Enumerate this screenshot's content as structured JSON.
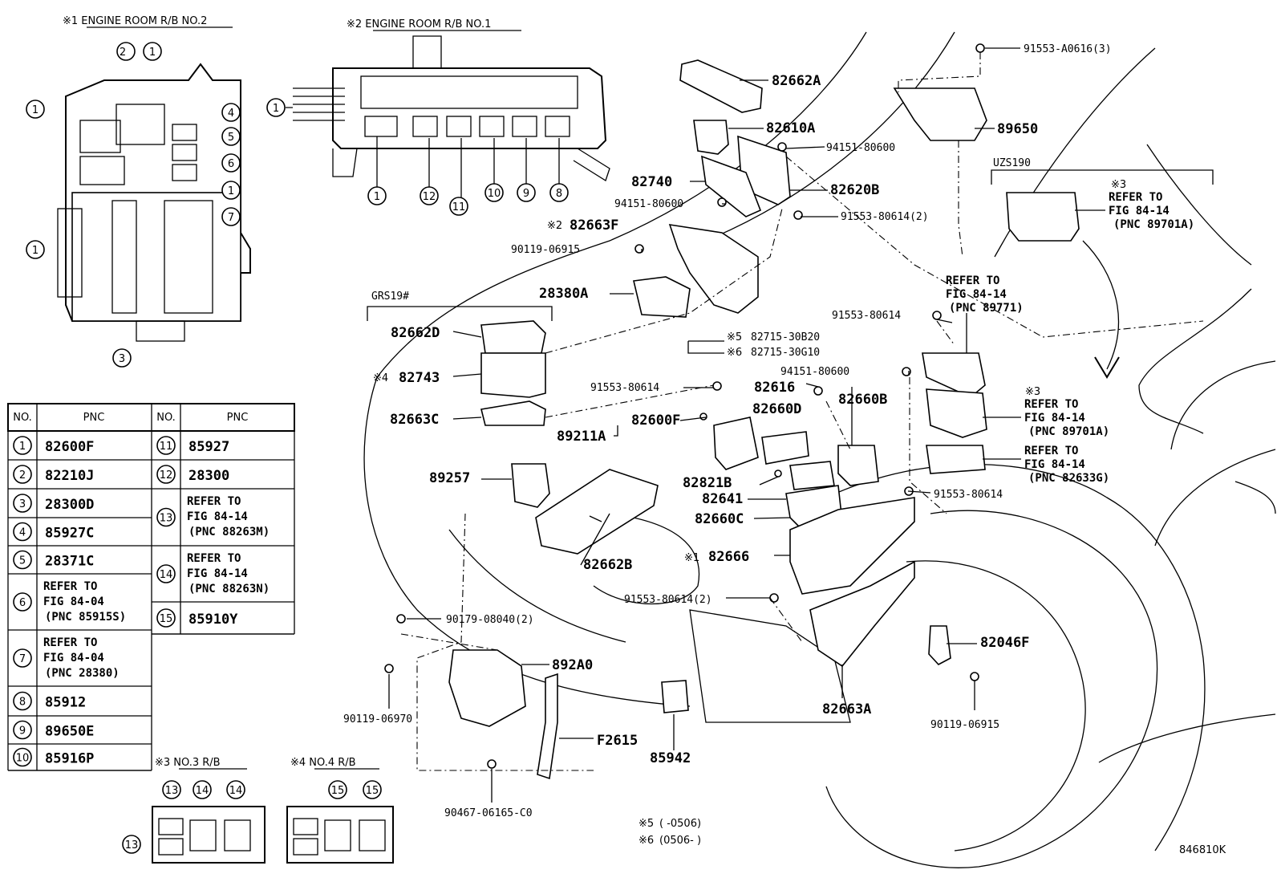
{
  "insets": {
    "rb2_title": "※1  ENGINE ROOM R/B NO.2",
    "rb1_title": "※2  ENGINE ROOM R/B NO.1",
    "rb3_title": "※3  NO.3 R/B",
    "rb4_title": "※4  NO.4 R/B"
  },
  "variants": {
    "grs": "GRS19#",
    "uzs": "UZS190"
  },
  "parts": {
    "p82662A": "82662A",
    "p82610A": "82610A",
    "p94151_80600a": "94151-80600",
    "p82740": "82740",
    "p82620B": "82620B",
    "p94151_80600b": "94151-80600",
    "p82663F": "82663F",
    "p82663F_mark": "※2",
    "p91553_80614_2a": "91553-80614(2)",
    "p90119_06915a": "90119-06915",
    "p28380A": "28380A",
    "p91553_A0616": "91553-A0616(3)",
    "p89650": "89650",
    "p82662D": "82662D",
    "p82743": "82743",
    "p82743_mark": "※4",
    "p82663C": "82663C",
    "p82715_30B20": "82715-30B20",
    "p82715_30B20_mark": "※5",
    "p82715_30G10": "82715-30G10",
    "p82715_30G10_mark": "※6",
    "p91553_80614a": "91553-80614",
    "p82616": "82616",
    "p91553_80614b": "91553-80614",
    "p94151_80600c": "94151-80600",
    "p82660D": "82660D",
    "p82660B": "82660B",
    "p89211A": "89211A",
    "p82600F": "82600F",
    "p89257": "89257",
    "p82821B": "82821B",
    "p82641": "82641",
    "p91553_80614c": "91553-80614",
    "p82660C": "82660C",
    "p82662B": "82662B",
    "p82666": "82666",
    "p82666_mark": "※1",
    "p91553_80614_2b": "91553-80614(2)",
    "p90179_08040": "90179-08040(2)",
    "p892A0": "892A0",
    "p82046F": "82046F",
    "p90119_06970": "90119-06970",
    "p82663A": "82663A",
    "p90119_06915b": "90119-06915",
    "pF2615": "F2615",
    "p85942": "85942",
    "p90467": "90467-06165-C0"
  },
  "refers": {
    "r89771": [
      "REFER TO",
      "FIG 84-14",
      "(PNC 89771)"
    ],
    "r89701a_top": [
      "REFER TO",
      "FIG 84-14",
      "(PNC 89701A)"
    ],
    "r89701a_mid": [
      "REFER TO",
      "FIG 84-14",
      "(PNC 89701A)"
    ],
    "r82633G": [
      "REFER TO",
      "FIG 84-14",
      "(PNC 82633G)"
    ]
  },
  "refer_marks": {
    "top": "※3",
    "mid": "※3"
  },
  "footnotes": {
    "n5_mark": "※5",
    "n5_range": "(      -0506)",
    "n6_mark": "※6",
    "n6_range": "(0506-      )"
  },
  "figure_id": "846810K",
  "pnc_table": {
    "headers": {
      "no": "NO.",
      "pnc": "PNC"
    },
    "rows": [
      {
        "no": "1",
        "pnc": [
          "82600F"
        ]
      },
      {
        "no": "2",
        "pnc": [
          "82210J"
        ]
      },
      {
        "no": "3",
        "pnc": [
          "28300D"
        ]
      },
      {
        "no": "4",
        "pnc": [
          "85927C"
        ]
      },
      {
        "no": "5",
        "pnc": [
          "28371C"
        ]
      },
      {
        "no": "6",
        "pnc": [
          "REFER TO",
          "FIG 84-04",
          "(PNC 85915S)"
        ]
      },
      {
        "no": "7",
        "pnc": [
          "REFER TO",
          "FIG 84-04",
          "(PNC 28380)"
        ]
      },
      {
        "no": "8",
        "pnc": [
          "85912"
        ]
      },
      {
        "no": "9",
        "pnc": [
          "89650E"
        ]
      },
      {
        "no": "10",
        "pnc": [
          "85916P"
        ]
      },
      {
        "no": "11",
        "pnc": [
          "85927"
        ]
      },
      {
        "no": "12",
        "pnc": [
          "28300"
        ]
      },
      {
        "no": "13",
        "pnc": [
          "REFER TO",
          "FIG 84-14",
          "(PNC 88263M)"
        ]
      },
      {
        "no": "14",
        "pnc": [
          "REFER TO",
          "FIG 84-14",
          "(PNC 88263N)"
        ]
      },
      {
        "no": "15",
        "pnc": [
          "85910Y"
        ]
      }
    ]
  },
  "callouts": {
    "rb2": [
      "2",
      "1",
      "1",
      "4",
      "5",
      "6",
      "1",
      "7",
      "1",
      "3"
    ],
    "rb1": [
      "1",
      "1",
      "12",
      "11",
      "10",
      "9",
      "8"
    ],
    "rb3": [
      "13",
      "14",
      "14",
      "13"
    ],
    "rb4": [
      "15",
      "15"
    ]
  }
}
